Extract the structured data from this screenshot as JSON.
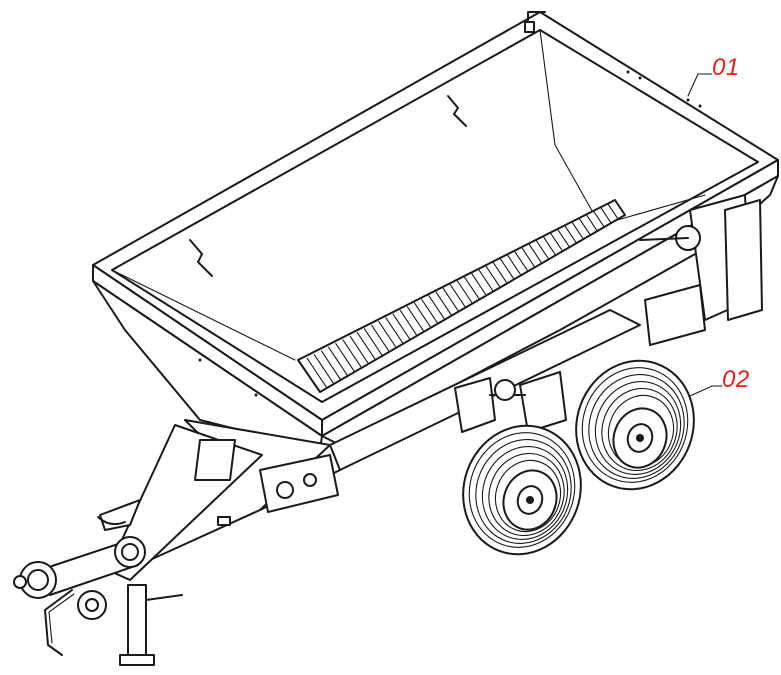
{
  "callouts": [
    {
      "id": "01",
      "label": "01",
      "part": "hopper"
    },
    {
      "id": "02",
      "label": "02",
      "part": "wheels"
    }
  ],
  "colors": {
    "callout": "#e3211c",
    "line_art": "#1a1a1a",
    "background": "#ffffff"
  }
}
